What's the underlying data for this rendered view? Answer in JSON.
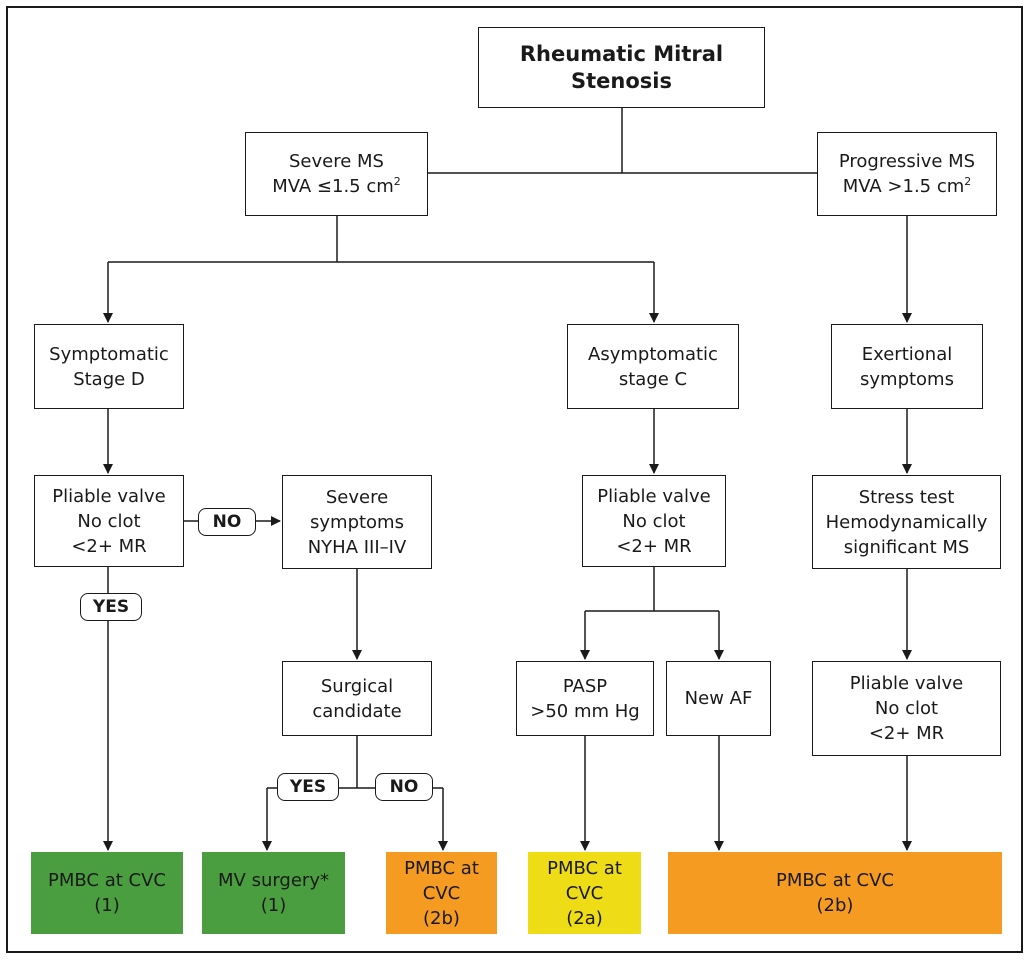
{
  "nodes": {
    "root": [
      "Rheumatic Mitral",
      "Stenosis"
    ],
    "severe": [
      "Severe MS",
      "MVA ≤1.5 cm",
      "2"
    ],
    "progressive": [
      "Progressive MS",
      "MVA >1.5 cm",
      "2"
    ],
    "symptomatic": [
      "Symptomatic",
      "Stage D"
    ],
    "asymptomatic": [
      "Asymptomatic",
      "stage C"
    ],
    "exertional": [
      "Exertional",
      "symptoms"
    ],
    "pliable_d": [
      "Pliable valve",
      "No clot",
      "<2+ MR"
    ],
    "severe_symptoms": [
      "Severe",
      "symptoms",
      "NYHA III–IV"
    ],
    "pliable_c": [
      "Pliable valve",
      "No clot",
      "<2+ MR"
    ],
    "stress": [
      "Stress test",
      "Hemodynamically",
      "significant MS"
    ],
    "surgical": [
      "Surgical",
      "candidate"
    ],
    "pasp": [
      "PASP",
      ">50 mm Hg"
    ],
    "new_af": [
      "New AF"
    ],
    "pliable_p": [
      "Pliable valve",
      "No clot",
      "<2+ MR"
    ]
  },
  "outcomes": {
    "pmbc_1": [
      "PMBC at CVC",
      "(1)"
    ],
    "mv_surgery": [
      "MV surgery*",
      "(1)"
    ],
    "pmbc_2b_left": [
      "PMBC at",
      "CVC",
      "(2b)"
    ],
    "pmbc_2a": [
      "PMBC at",
      "CVC",
      "(2a)"
    ],
    "pmbc_2b_right": [
      "PMBC at CVC",
      "(2b)"
    ]
  },
  "labels": {
    "no_1": "NO",
    "yes_1": "YES",
    "yes_2": "YES",
    "no_2": "NO"
  },
  "colors": {
    "class_1": "#4a9e3f",
    "class_2a": "#eedc16",
    "class_2b": "#f59b22"
  }
}
